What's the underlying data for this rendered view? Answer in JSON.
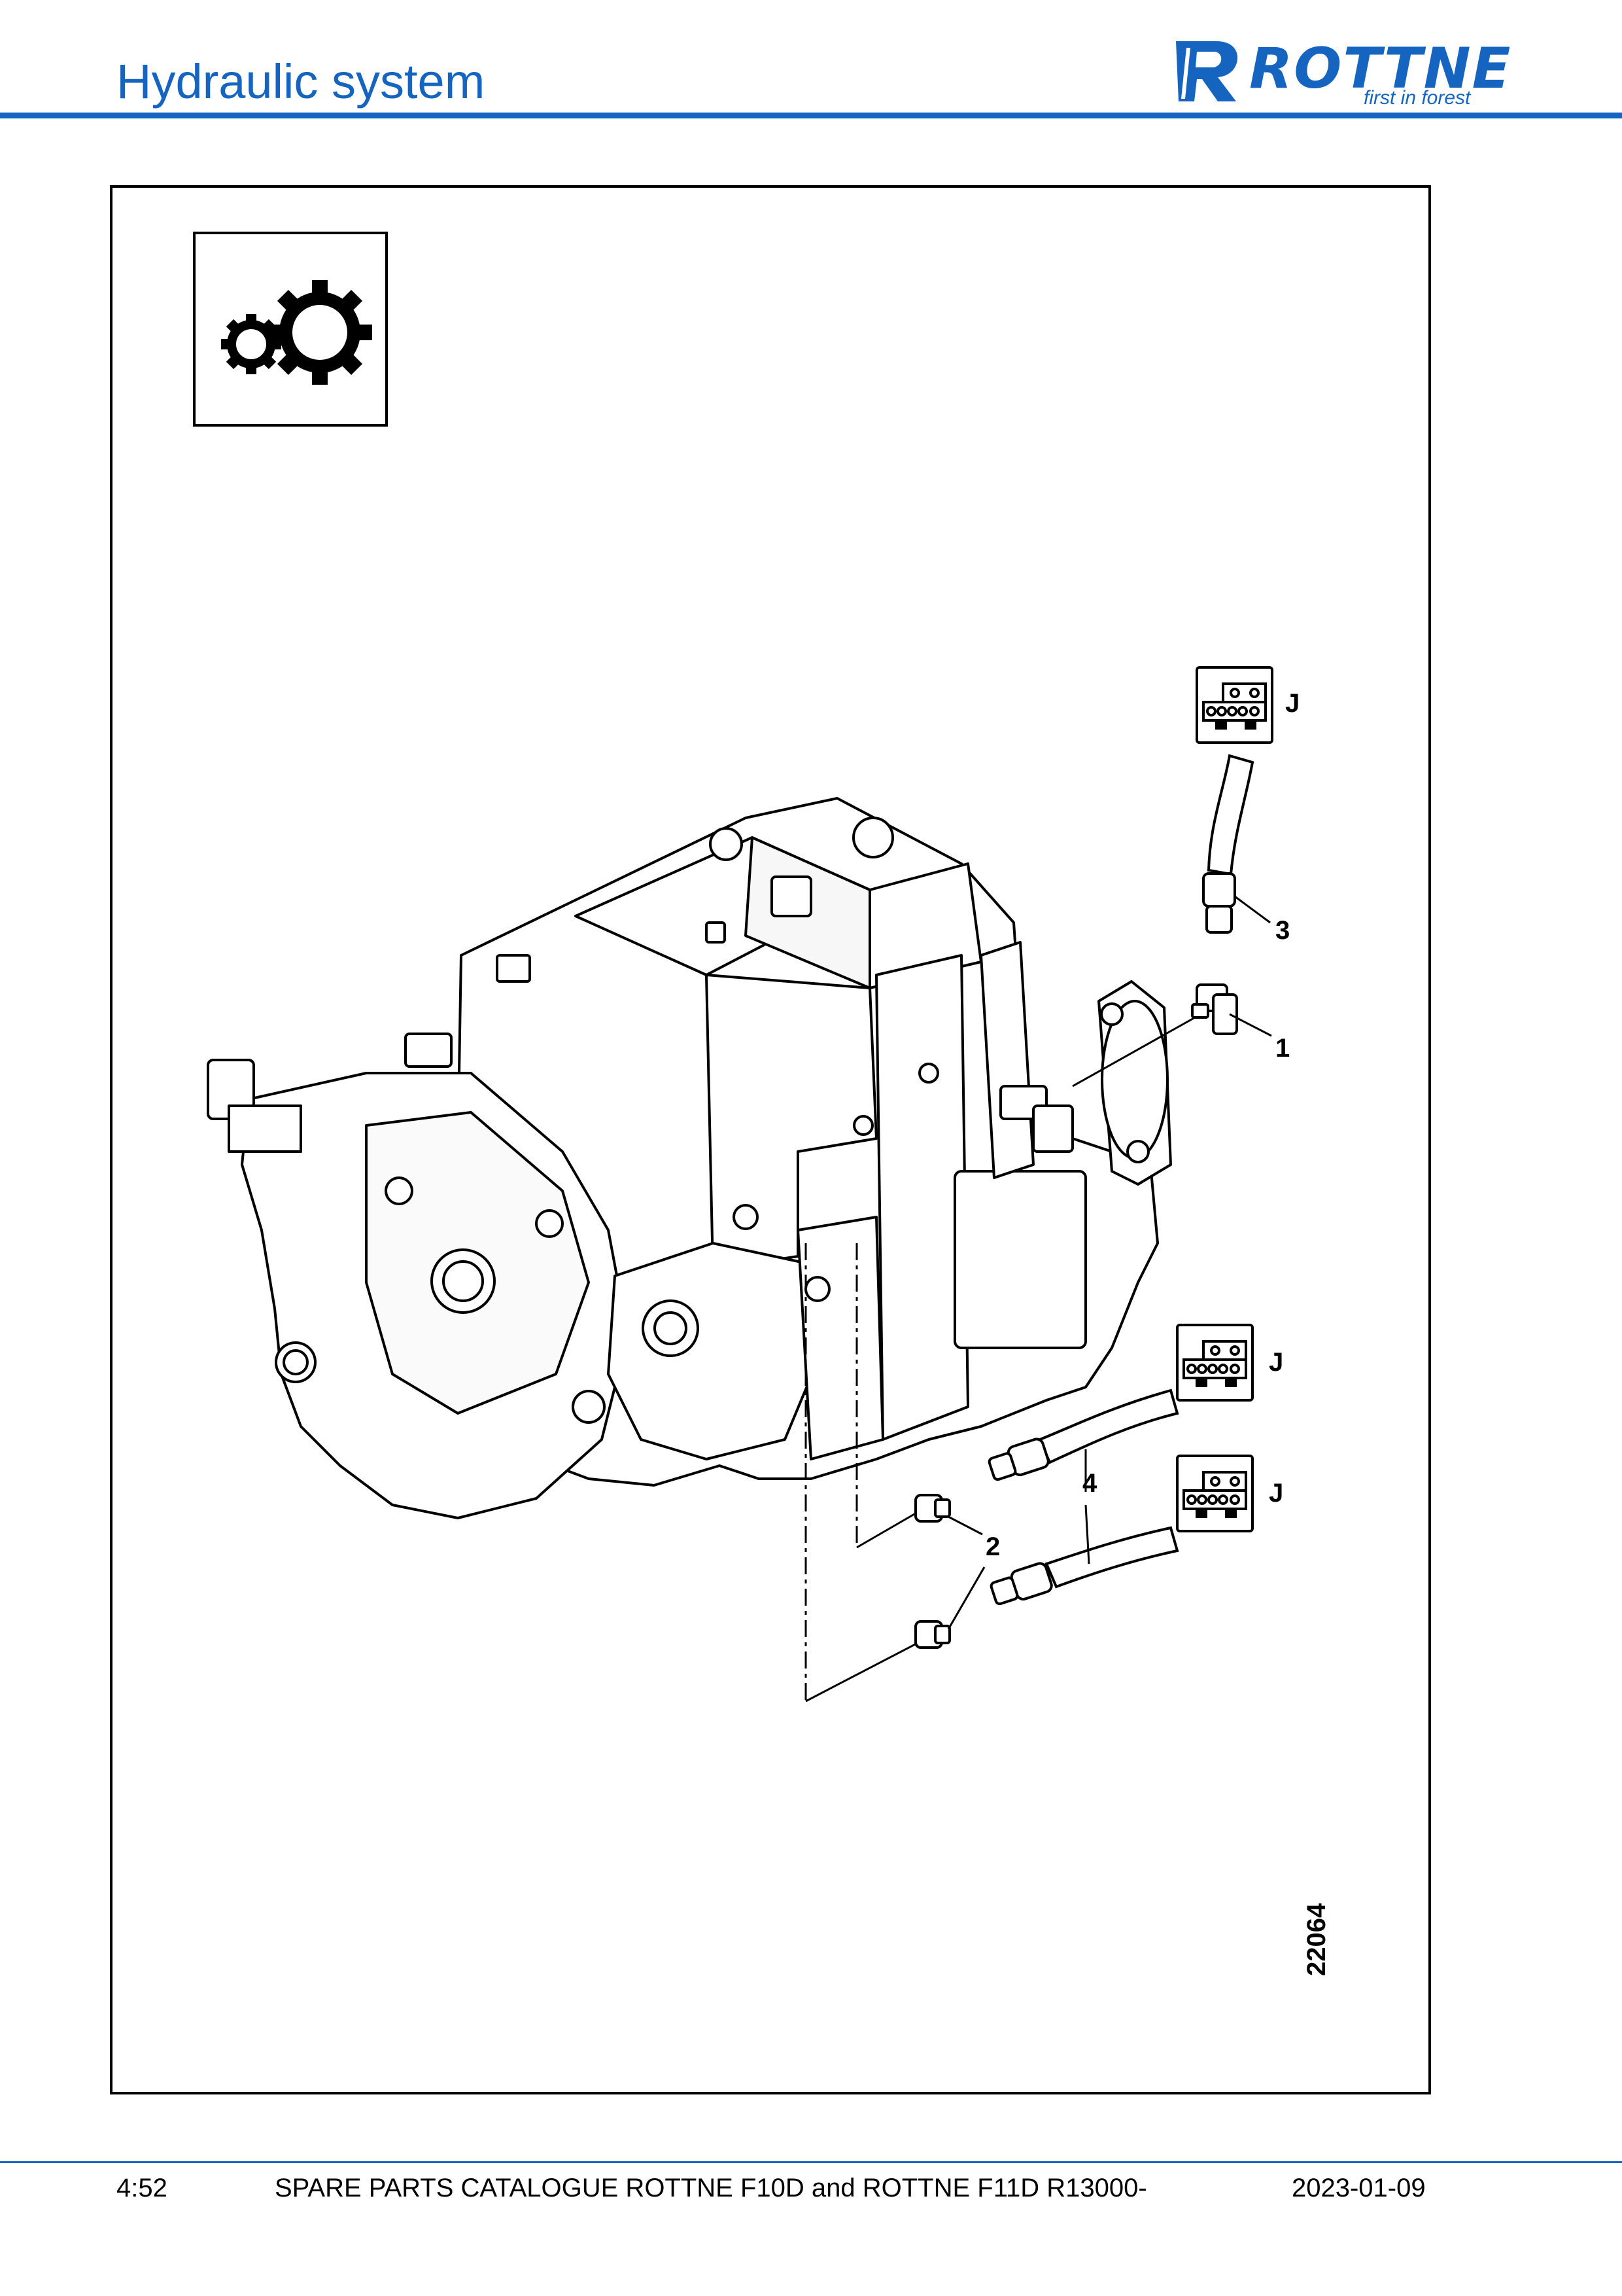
{
  "header": {
    "title": "Hydraulic system",
    "logo_word": "ROTTNE",
    "logo_tagline": "first in forest",
    "brand_color": "#1565c0"
  },
  "figure": {
    "reference_number": "22064",
    "callouts": {
      "item_1": "1",
      "item_2": "2",
      "item_3": "3",
      "item_4": "4",
      "connector_label": "J"
    },
    "section_icon": "gears-icon",
    "connector_icon": "hose-connector-icon"
  },
  "footer": {
    "page": "4:52",
    "catalogue_title": "SPARE PARTS CATALOGUE ROTTNE F10D and ROTTNE F11D R13000-",
    "date": "2023-01-09"
  }
}
